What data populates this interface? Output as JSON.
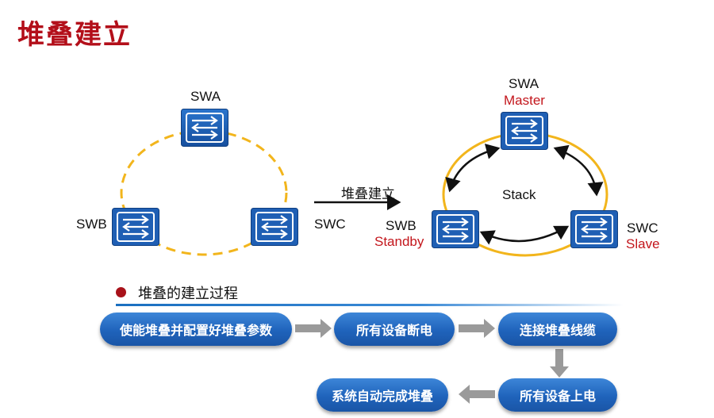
{
  "title": "堆叠建立",
  "left_diagram": {
    "switches": [
      "SWA",
      "SWB",
      "SWC"
    ]
  },
  "transition_label": "堆叠建立",
  "right_diagram": {
    "switches": [
      {
        "name": "SWA",
        "role": "Master"
      },
      {
        "name": "SWB",
        "role": "Standby"
      },
      {
        "name": "SWC",
        "role": "Slave"
      }
    ],
    "center_label": "Stack"
  },
  "section_title": "堆叠的建立过程",
  "steps": [
    "使能堆叠并配置好堆叠参数",
    "所有设备断电",
    "连接堆叠线缆",
    "所有设备上电",
    "系统自动完成堆叠"
  ],
  "colors": {
    "title": "#b30f1a",
    "switch_blue": "#1f5fb4",
    "ring_dashed": "#f2b51c",
    "ring_solid": "#f2b51c",
    "role_red": "#c3161c",
    "flow_arrow": "#9a9a9a"
  }
}
